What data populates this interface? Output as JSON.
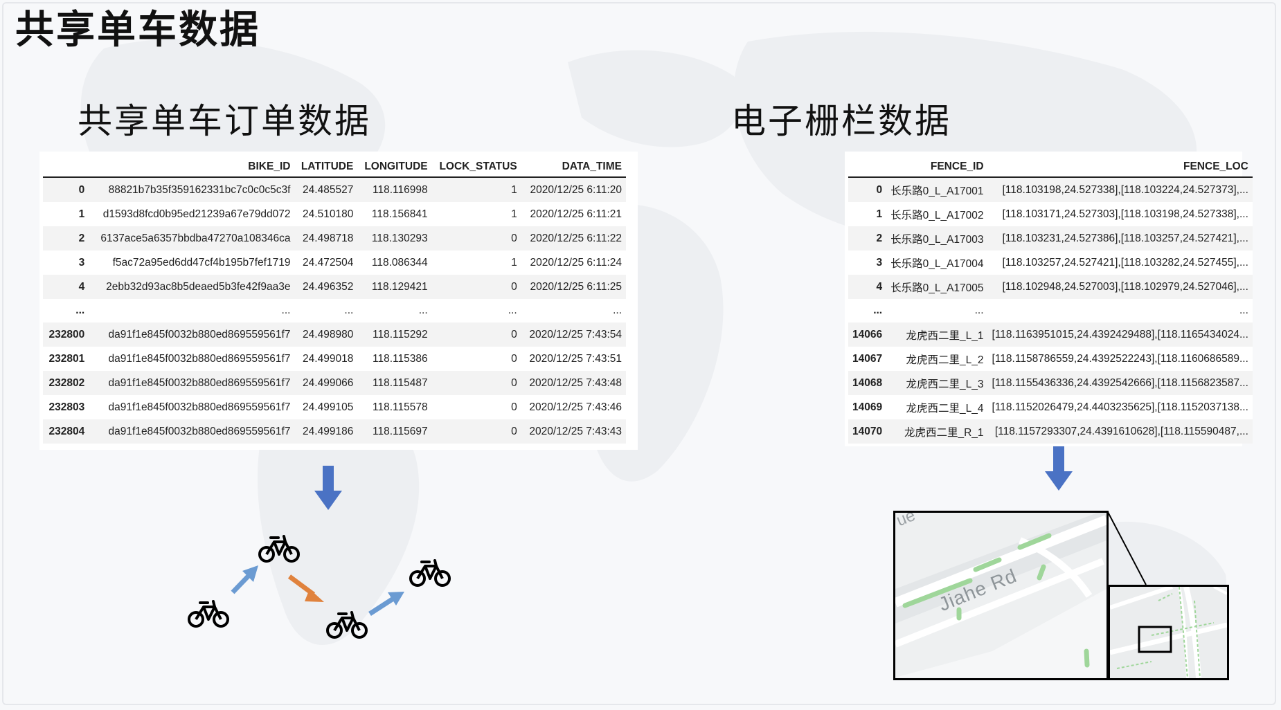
{
  "page_title": "共享单车数据",
  "orders": {
    "section_title": "共享单车订单数据",
    "columns": [
      "",
      "BIKE_ID",
      "LATITUDE",
      "LONGITUDE",
      "LOCK_STATUS",
      "DATA_TIME"
    ],
    "rows": [
      [
        "0",
        "88821b7b35f359162331bc7c0c0c5c3f",
        "24.485527",
        "118.116998",
        "1",
        "2020/12/25 6:11:20"
      ],
      [
        "1",
        "d1593d8fcd0b95ed21239a67e79dd072",
        "24.510180",
        "118.156841",
        "1",
        "2020/12/25 6:11:21"
      ],
      [
        "2",
        "6137ace5a6357bbdba47270a108346ca",
        "24.498718",
        "118.130293",
        "0",
        "2020/12/25 6:11:22"
      ],
      [
        "3",
        "f5ac72a95ed6dd47cf4b195b7fef1719",
        "24.472504",
        "118.086344",
        "1",
        "2020/12/25 6:11:24"
      ],
      [
        "4",
        "2ebb32d93ac8b5deaed5b3fe42f9aa3e",
        "24.496352",
        "118.129421",
        "0",
        "2020/12/25 6:11:25"
      ],
      [
        "...",
        "...",
        "...",
        "...",
        "...",
        "..."
      ],
      [
        "232800",
        "da91f1e845f0032b880ed869559561f7",
        "24.498980",
        "118.115292",
        "0",
        "2020/12/25 7:43:54"
      ],
      [
        "232801",
        "da91f1e845f0032b880ed869559561f7",
        "24.499018",
        "118.115386",
        "0",
        "2020/12/25 7:43:51"
      ],
      [
        "232802",
        "da91f1e845f0032b880ed869559561f7",
        "24.499066",
        "118.115487",
        "0",
        "2020/12/25 7:43:48"
      ],
      [
        "232803",
        "da91f1e845f0032b880ed869559561f7",
        "24.499105",
        "118.115578",
        "0",
        "2020/12/25 7:43:46"
      ],
      [
        "232804",
        "da91f1e845f0032b880ed869559561f7",
        "24.499186",
        "118.115697",
        "0",
        "2020/12/25 7:43:43"
      ]
    ]
  },
  "fences": {
    "section_title": "电子栅栏数据",
    "columns": [
      "",
      "FENCE_ID",
      "FENCE_LOC"
    ],
    "rows": [
      [
        "0",
        "长乐路0_L_A17001",
        "[118.103198,24.527338],[118.103224,24.527373],..."
      ],
      [
        "1",
        "长乐路0_L_A17002",
        "[118.103171,24.527303],[118.103198,24.527338],..."
      ],
      [
        "2",
        "长乐路0_L_A17003",
        "[118.103231,24.527386],[118.103257,24.527421],..."
      ],
      [
        "3",
        "长乐路0_L_A17004",
        "[118.103257,24.527421],[118.103282,24.527455],..."
      ],
      [
        "4",
        "长乐路0_L_A17005",
        "[118.102948,24.527003],[118.102979,24.527046],..."
      ],
      [
        "...",
        "...",
        "..."
      ],
      [
        "14066",
        "龙虎西二里_L_1",
        "[118.1163951015,24.4392429488],[118.1165434024..."
      ],
      [
        "14067",
        "龙虎西二里_L_2",
        "[118.1158786559,24.4392522243],[118.1160686589..."
      ],
      [
        "14068",
        "龙虎西二里_L_3",
        "[118.1155436336,24.4392542666],[118.1156823587..."
      ],
      [
        "14069",
        "龙虎西二里_L_4",
        "[118.1152026479,24.4403235625],[118.1152037138..."
      ],
      [
        "14070",
        "龙虎西二里_R_1",
        "[118.1157293307,24.4391610628],[118.115590487,..."
      ]
    ]
  },
  "map": {
    "road_label": "Jiahe Rd",
    "corner_label": "ue"
  },
  "colors": {
    "arrow_blue": "#4a72c4",
    "arrow_light_blue": "#6b9bd2",
    "arrow_orange": "#e0823d",
    "fence_green": "#9fd69a"
  }
}
